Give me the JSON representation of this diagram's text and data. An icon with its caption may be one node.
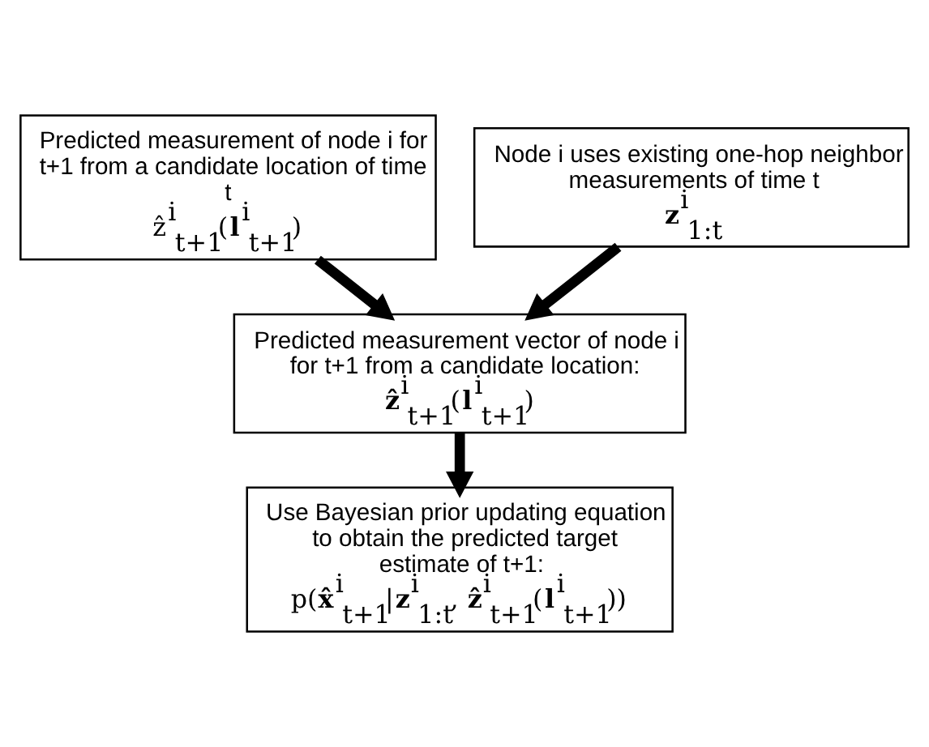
{
  "diagram": {
    "nodes": [
      {
        "text": [
          "Predicted measurement of node i for t+1 from a candidate location of time t",
          "ẑ$^{i}$$_{t+1}$(**l**$^{i}$$_{t+1}$)"
        ]
      },
      {
        "text": [
          "Node i uses existing one-hop neighbor measurements of time t",
          "**z**$^{i}$$_{1:t}$"
        ]
      },
      {
        "text": [
          "Predicted measurement vector of node i for t+1 from a candidate location:",
          "**ẑ**$^{i}$$_{t+1}$(**l**$^{i}$$_{t+1}$)"
        ]
      },
      {
        "text": [
          "Use Bayesian prior updating equation to obtain the predicted target estimate of t+1:",
          "p(**x̂**$^{i}$$_{t+1}$|**z**$^{i}$$_{1:t}$, **ẑ**$^{i}$$_{t+1}$(**l**$^{i}$$_{t+1}$))"
        ]
      }
    ],
    "edges": [
      {
        "from": 0,
        "to": 2,
        "arrow": "to"
      },
      {
        "from": 1,
        "to": 2,
        "arrow": "to"
      },
      {
        "from": 2,
        "to": 3,
        "arrow": "to"
      }
    ]
  }
}
